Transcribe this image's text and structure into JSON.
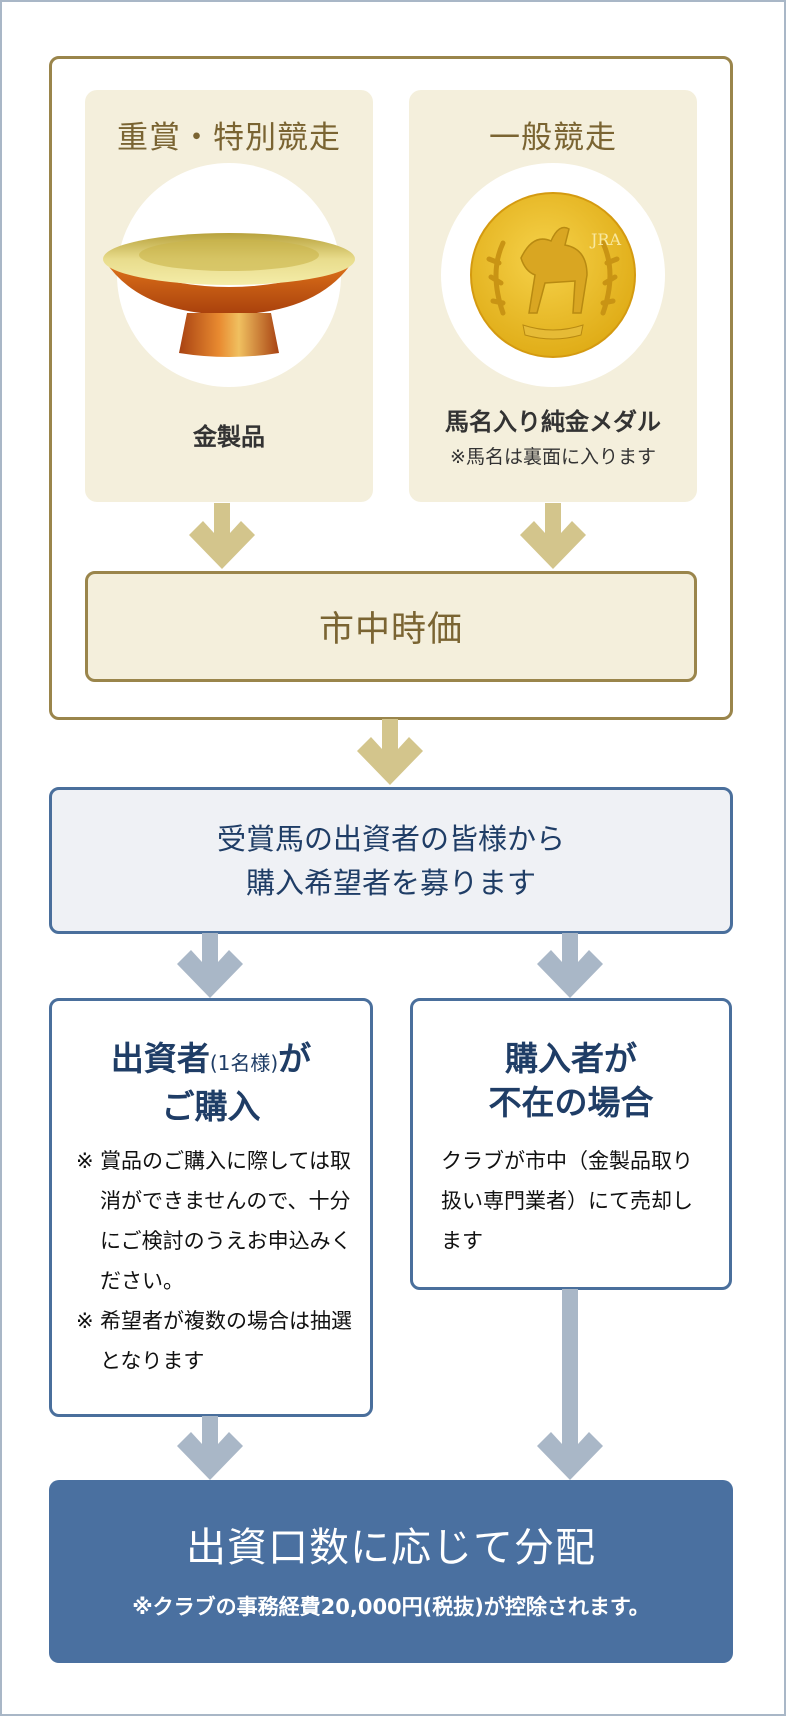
{
  "colors": {
    "gold_border": "#9a854b",
    "gold_fill": "#f4efdc",
    "gold_text": "#7a6432",
    "gold_arrow": "#d3c58c",
    "blue_border": "#4a6f9c",
    "blue_text": "#1f3d66",
    "blue_arrow": "#a9b7c7",
    "final_fill": "#4a70a0"
  },
  "prizes": [
    {
      "category": "重賞・特別競走",
      "image_icon": "gold-cup-icon",
      "item_name": "金製品",
      "item_note": ""
    },
    {
      "category": "一般競走",
      "image_icon": "gold-medal-icon",
      "item_name": "馬名入り純金メダル",
      "item_note": "※馬名は裏面に入ります",
      "medal_mark": "JRA"
    }
  ],
  "market_price": "市中時価",
  "recruit": {
    "line1": "受賞馬の出資者の皆様から",
    "line2": "購入希望者を募ります"
  },
  "branches": {
    "buyer": {
      "title_main": "出資者",
      "title_small": "(1名様)",
      "title_suffix": "が",
      "title_line2": "ご購入",
      "notes": [
        {
          "mark": "※",
          "text": "賞品のご購入に際しては取消ができませんので、十分にご検討のうえお申込みください。"
        },
        {
          "mark": "※",
          "text": "希望者が複数の場合は抽選となります"
        }
      ]
    },
    "no_buyer": {
      "title_line1": "購入者が",
      "title_line2": "不在の場合",
      "note": "クラブが市中（金製品取り扱い専門業者）にて売却します"
    }
  },
  "final": {
    "title": "出資口数に応じて分配",
    "note": "※クラブの事務経費20,000円(税抜)が控除されます。"
  }
}
